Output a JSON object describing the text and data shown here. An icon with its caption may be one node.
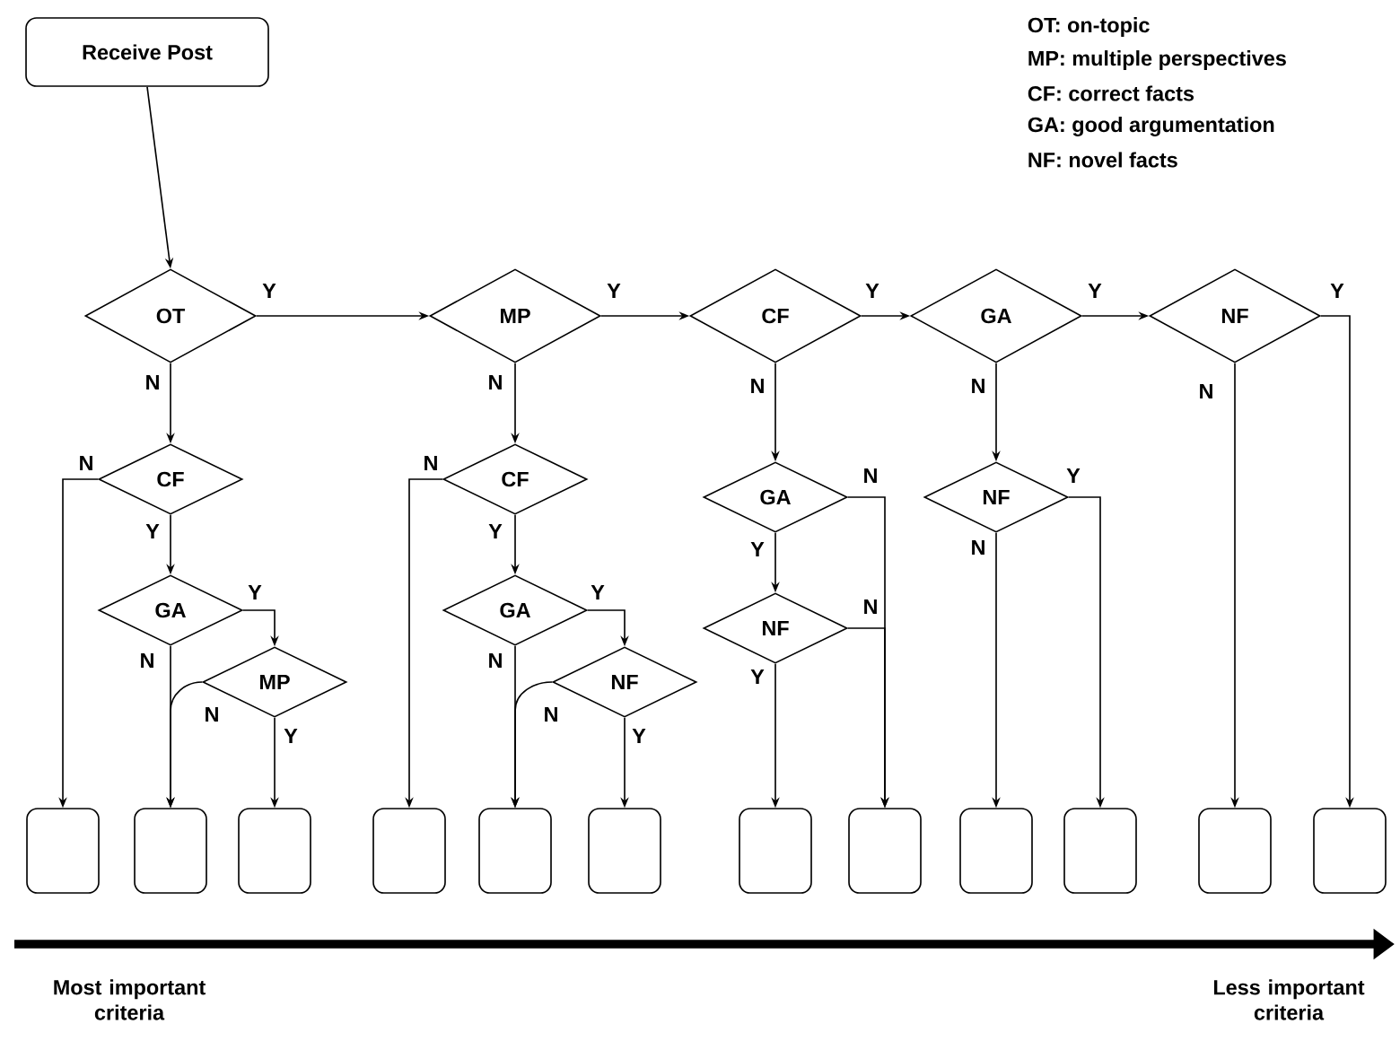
{
  "diagram": {
    "nodes": [
      {
        "text": [
          "Receive Post"
        ]
      },
      {
        "text": [
          "OT"
        ]
      },
      {
        "text": [
          "MP"
        ]
      },
      {
        "text": [
          "CF"
        ]
      },
      {
        "text": [
          "GA"
        ]
      },
      {
        "text": [
          "NF"
        ]
      },
      {
        "text": [
          "CF"
        ]
      },
      {
        "text": [
          "GA"
        ]
      },
      {
        "text": [
          "MP"
        ]
      },
      {
        "text": [
          "CF"
        ]
      },
      {
        "text": [
          "GA"
        ]
      },
      {
        "text": [
          "NF"
        ]
      },
      {
        "text": [
          "GA"
        ]
      },
      {
        "text": [
          "NF"
        ]
      },
      {
        "text": [
          "NF"
        ]
      },
      {
        "text": [],
        "shape": "box"
      },
      {
        "text": [],
        "shape": "box"
      },
      {
        "text": [],
        "shape": "box"
      },
      {
        "text": [],
        "shape": "box"
      },
      {
        "text": [],
        "shape": "box"
      },
      {
        "text": [],
        "shape": "box"
      },
      {
        "text": [],
        "shape": "box"
      },
      {
        "text": [],
        "shape": "box"
      },
      {
        "text": [],
        "shape": "box"
      },
      {
        "text": [],
        "shape": "box"
      },
      {
        "text": [],
        "shape": "box"
      },
      {
        "text": [],
        "shape": "box"
      }
    ],
    "edges": [
      {
        "from": 0,
        "to": 1,
        "arrow": "to"
      },
      {
        "from": 1,
        "to": 2,
        "arrow": "to",
        "label": "Y"
      },
      {
        "from": 2,
        "to": 3,
        "arrow": "to",
        "label": "Y"
      },
      {
        "from": 3,
        "to": 4,
        "arrow": "to",
        "label": "Y"
      },
      {
        "from": 4,
        "to": 5,
        "arrow": "to",
        "label": "Y"
      },
      {
        "from": 5,
        "to": 26,
        "arrow": "to",
        "label": "Y"
      },
      {
        "from": 1,
        "to": 6,
        "arrow": "to",
        "label": "N"
      },
      {
        "from": 6,
        "to": 15,
        "arrow": "to",
        "label": "N"
      },
      {
        "from": 6,
        "to": 7,
        "arrow": "to",
        "label": "Y"
      },
      {
        "from": 7,
        "to": 8,
        "arrow": "to",
        "label": "Y"
      },
      {
        "from": 7,
        "to": 16,
        "arrow": "to",
        "label": "N"
      },
      {
        "from": 8,
        "to": 16,
        "arrow": "to",
        "label": "N"
      },
      {
        "from": 8,
        "to": 17,
        "arrow": "to",
        "label": "Y"
      },
      {
        "from": 2,
        "to": 9,
        "arrow": "to",
        "label": "N"
      },
      {
        "from": 9,
        "to": 18,
        "arrow": "to",
        "label": "N"
      },
      {
        "from": 9,
        "to": 10,
        "arrow": "to",
        "label": "Y"
      },
      {
        "from": 10,
        "to": 11,
        "arrow": "to",
        "label": "Y"
      },
      {
        "from": 10,
        "to": 19,
        "arrow": "to",
        "label": "N"
      },
      {
        "from": 11,
        "to": 19,
        "arrow": "to",
        "label": "N"
      },
      {
        "from": 11,
        "to": 20,
        "arrow": "to",
        "label": "Y"
      },
      {
        "from": 3,
        "to": 12,
        "arrow": "to",
        "label": "N"
      },
      {
        "from": 12,
        "to": 13,
        "arrow": "to",
        "label": "Y"
      },
      {
        "from": 12,
        "to": 22,
        "arrow": "to",
        "label": "N"
      },
      {
        "from": 13,
        "to": 21,
        "arrow": "to",
        "label": "Y"
      },
      {
        "from": 13,
        "to": 22,
        "arrow": "to",
        "label": "N"
      },
      {
        "from": 4,
        "to": 14,
        "arrow": "to",
        "label": "N"
      },
      {
        "from": 14,
        "to": 23,
        "arrow": "to",
        "label": "N"
      },
      {
        "from": 14,
        "to": 24,
        "arrow": "to",
        "label": "Y"
      },
      {
        "from": 5,
        "to": 25,
        "arrow": "to",
        "label": "N"
      }
    ],
    "labels": [
      "OT: on-topic",
      "MP: multiple perspectives",
      "CF: correct facts",
      "GA: good argumentation",
      "NF: novel facts",
      "Most important criteria",
      "Less important criteria"
    ]
  }
}
